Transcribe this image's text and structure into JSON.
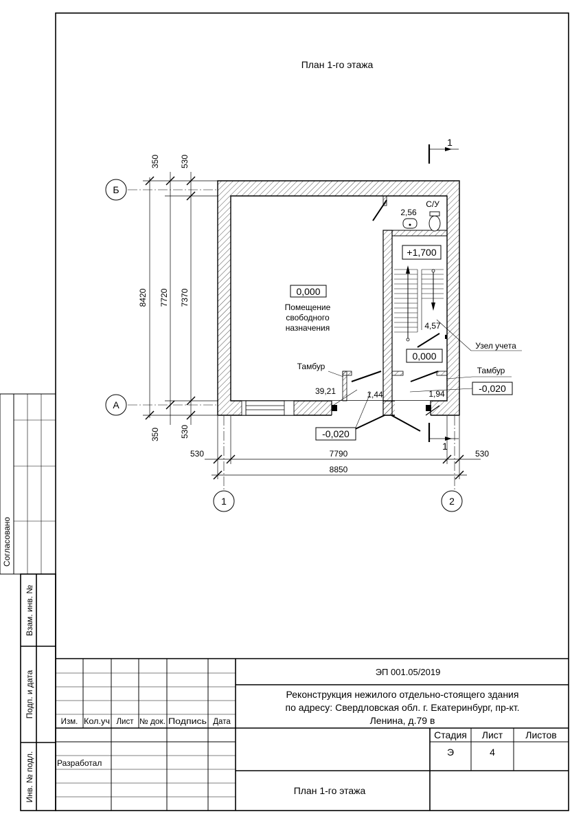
{
  "sheet": {
    "title": "План 1-го этажа"
  },
  "plan": {
    "axes": {
      "a": "А",
      "b": "Б",
      "one": "1",
      "two": "2"
    },
    "section_mark": "1",
    "dims": {
      "d8420": "8420",
      "d7720": "7720",
      "d7370": "7370",
      "d350_top": "350",
      "d530_top": "530",
      "d350_bottom": "350",
      "d530_bottom": "530",
      "d530_left": "530",
      "d7790": "7790",
      "d530_right": "530",
      "d8850": "8850"
    },
    "rooms": {
      "main_level": "0,000",
      "main_name_1": "Помещение",
      "main_name_2": "свободного",
      "main_name_3": "назначения",
      "wc_label": "С/У",
      "wc_area": "2,56",
      "stair_level": "+1,700",
      "stair_area": "4,57",
      "metering": "Узел учета",
      "stair_floor_level": "0,000",
      "vestibule_left": "Тамбур",
      "vestibule_right": "Тамбур",
      "area_main": "39,21",
      "area_vest_left": "1,44",
      "area_vest_right": "1,94",
      "entrance_level_right": "-0,020",
      "entrance_level_left": "-0,020"
    }
  },
  "side_stamp": {
    "agreed": "Согласовано",
    "replace_inv": "Взам. инв. №",
    "sign_date": "Подп. и дата",
    "inv_orig": "Инв. № подл."
  },
  "title_block": {
    "doc_code": "ЭП 001.05/2019",
    "project_line_1": "Реконструкция нежилого отдельно-стоящего здания",
    "project_line_2": "по адресу: Свердловская обл. г. Екатеринбург, пр-кт.",
    "project_line_3": "Ленина, д.79 в",
    "col_izm": "Изм.",
    "col_kol": "Кол.уч",
    "col_list": "Лист",
    "col_ndok": "№ док.",
    "col_podpis": "Подпись",
    "col_data": "Дата",
    "developed": "Разработал",
    "stage_h": "Стадия",
    "sheet_h": "Лист",
    "sheets_h": "Листов",
    "stage_v": "Э",
    "sheet_v": "4",
    "sheet_name": "План 1-го этажа"
  }
}
